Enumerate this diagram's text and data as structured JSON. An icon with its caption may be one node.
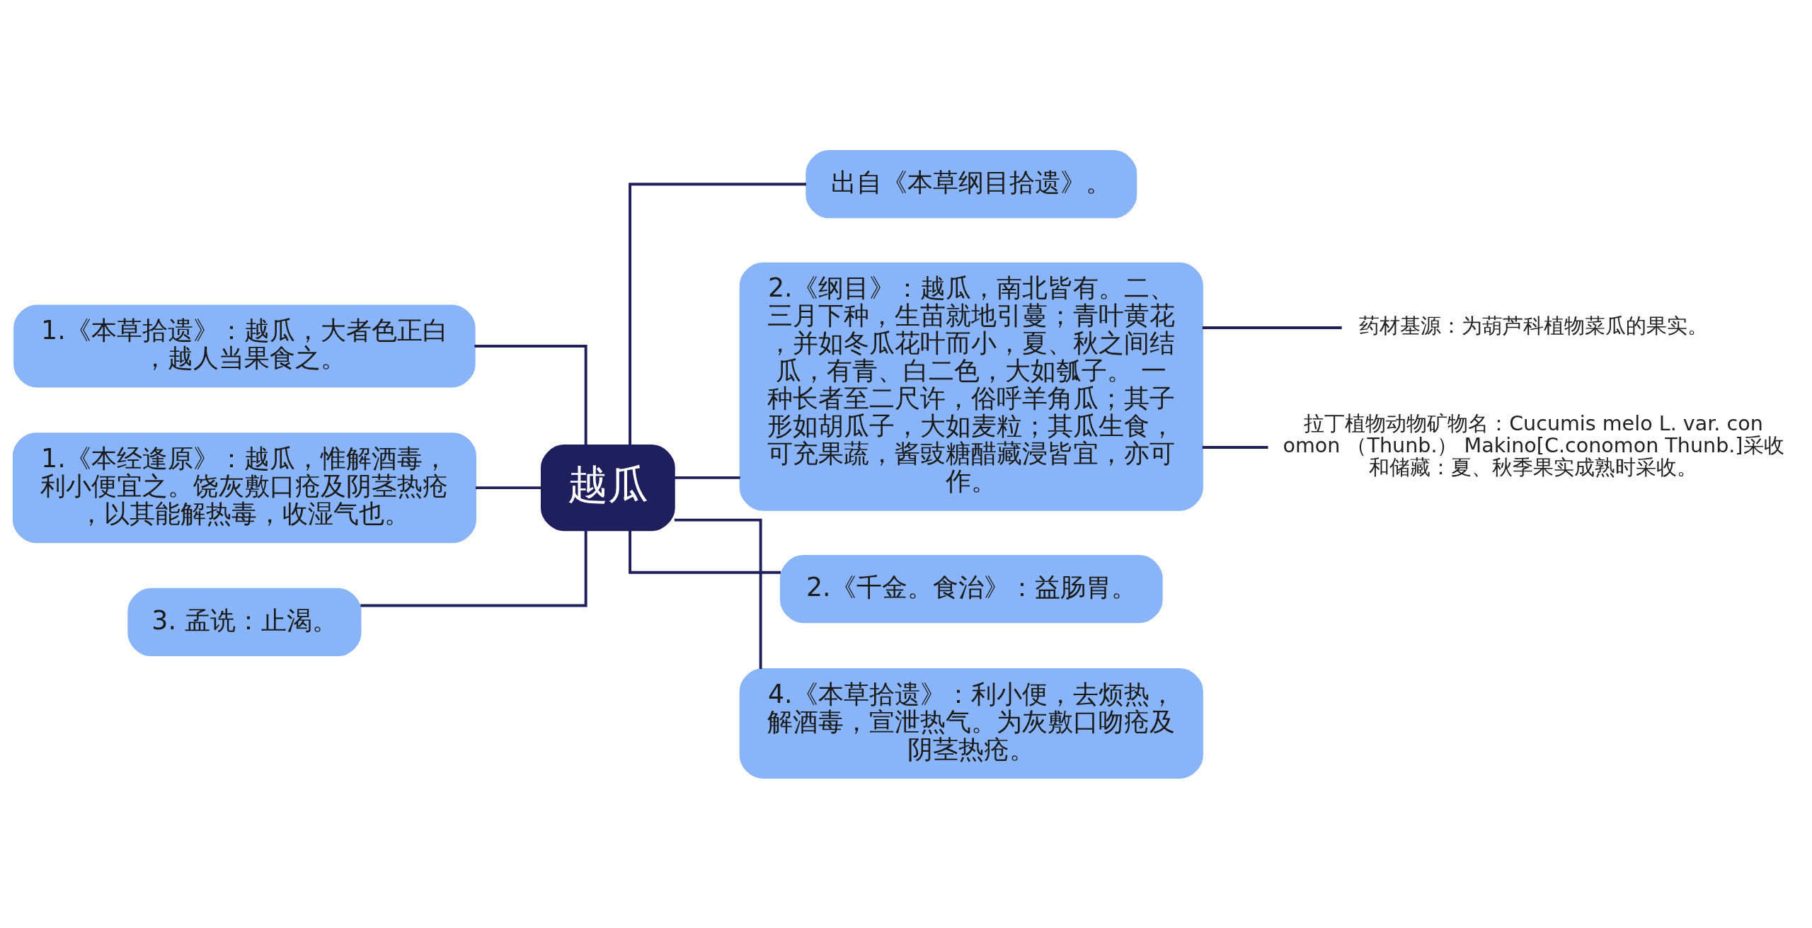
{
  "diagram": {
    "nodes": [
      {
        "text": [
          "越瓜"
        ]
      },
      {
        "text": [
          "1.《本草拾遗》：越瓜，大者色正白，越人当果食之。"
        ]
      },
      {
        "text": [
          "1.《本经逢原》：越瓜，惟解酒毒，利小便宜之。饶灰敷口疮及阴茎热疮，以其能解热毒，收湿气也。"
        ]
      },
      {
        "text": [
          "3. 孟诜：止渴。"
        ]
      },
      {
        "text": [
          "出自《本草纲目拾遗》。"
        ]
      },
      {
        "text": [
          "2.《纲目》：越瓜，南北皆有。二、三月下种，生苗就地引蔓；青叶黄花，并如冬瓜花叶而小，夏、秋之间结瓜，有青、白二色，大如瓠子。 一种长者至二尺许，俗呼羊角瓜；其子形如胡瓜子，大如麦粒；其瓜生食，可充果蔬，酱豉糖醋藏浸皆宜，亦可作。"
        ]
      },
      {
        "text": [
          "2.《千金。食治》：益肠胃。"
        ]
      },
      {
        "text": [
          "4.《本草拾遗》：利小便，去烦热，解酒毒，宣泄热气。为灰敷口吻疮及阴茎热疮。"
        ]
      },
      {
        "text": [
          "药材基源：为葫芦科植物菜瓜的果实。"
        ]
      },
      {
        "text": [
          "拉丁植物动物矿物名：Cucumis melo L. var. conomon （Thunb.） Makino[C.conomon Thunb.]采收和储藏：夏、秋季果实成熟时采收。"
        ]
      }
    ],
    "edges": [
      {
        "from": 1,
        "to": 0,
        "arrow": "none"
      },
      {
        "from": 2,
        "to": 0,
        "arrow": "none"
      },
      {
        "from": 3,
        "to": 0,
        "arrow": "none"
      },
      {
        "from": 0,
        "to": 4,
        "arrow": "none"
      },
      {
        "from": 0,
        "to": 5,
        "arrow": "none"
      },
      {
        "from": 0,
        "to": 6,
        "arrow": "none"
      },
      {
        "from": 0,
        "to": 7,
        "arrow": "none"
      },
      {
        "from": 5,
        "to": 8,
        "arrow": "none"
      },
      {
        "from": 5,
        "to": 9,
        "arrow": "none"
      }
    ]
  }
}
